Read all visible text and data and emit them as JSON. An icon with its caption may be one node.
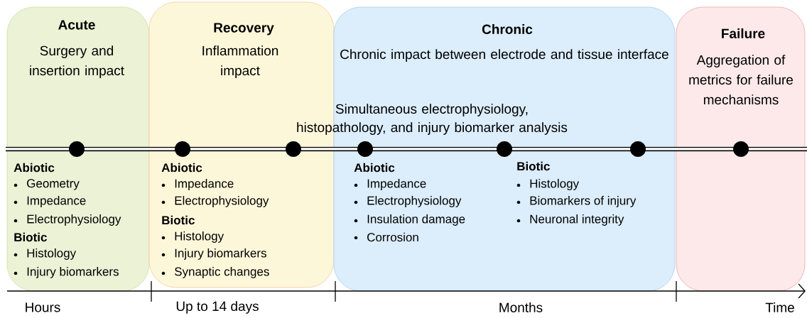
{
  "diagram": {
    "nodes": [
      {
        "text": [
          "Acute",
          "Surgery and insertion impact",
          "Abiotic",
          "Geometry",
          "Impedance",
          "Electrophysiology",
          "Biotic",
          "Histology",
          "Injury biomarkers"
        ]
      },
      {
        "text": [
          "Recovery",
          "Inflammation impact",
          "Abiotic",
          "Impedance",
          "Electrophysiology",
          "Biotic",
          "Histology",
          "Injury biomarkers",
          "Synaptic changes"
        ]
      },
      {
        "text": [
          "Chronic",
          "Chronic impact between electrode and tissue interface",
          "Abiotic",
          "Impedance",
          "Electrophysiology",
          "Insulation damage",
          "Corrosion",
          "Biotic",
          "Histology",
          "Biomarkers of injury",
          "Neuronal integrity"
        ]
      },
      {
        "text": [
          "Failure",
          "Aggregation of metrics for failure mechanisms"
        ]
      }
    ],
    "labels": [
      "Simultaneous electrophysiology, histopathology, and injury biomarker analysis",
      "Hours",
      "Up to 14 days",
      "Months",
      "Time"
    ]
  }
}
